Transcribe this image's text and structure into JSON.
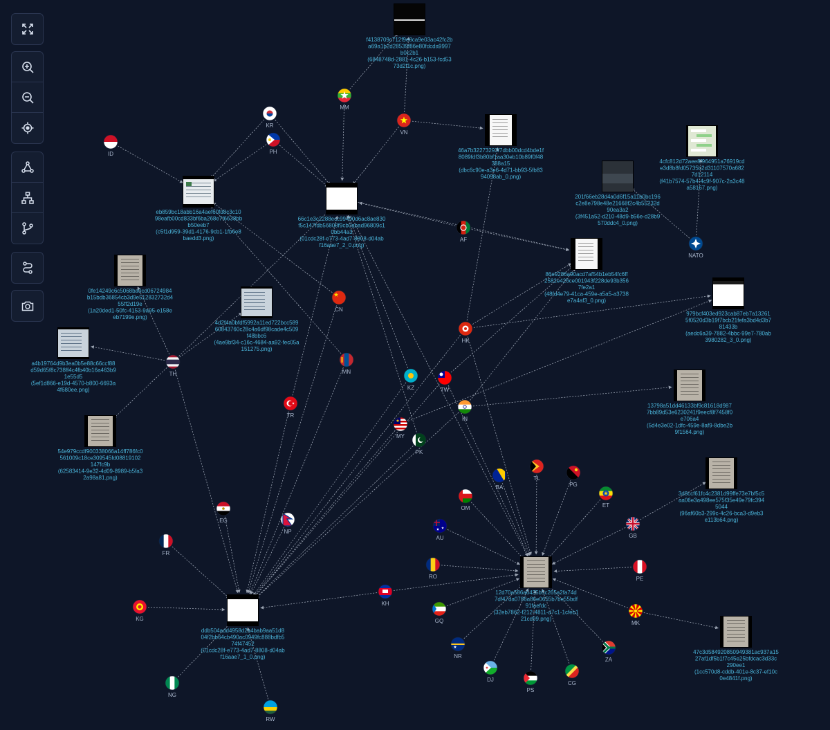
{
  "toolbar": {
    "groups": [
      {
        "items": [
          {
            "id": "fullscreen-icon"
          }
        ]
      },
      {
        "items": [
          {
            "id": "zoom-in-icon"
          },
          {
            "id": "zoom-out-icon"
          },
          {
            "id": "center-focus-icon"
          }
        ]
      },
      {
        "items": [
          {
            "id": "force-layout-icon"
          },
          {
            "id": "hierarchy-layout-icon"
          },
          {
            "id": "branch-layout-icon"
          }
        ]
      },
      {
        "items": [
          {
            "id": "path-icon"
          }
        ]
      },
      {
        "items": [
          {
            "id": "camera-icon"
          }
        ]
      }
    ]
  },
  "colors": {
    "background": "#0e1628",
    "edge": "#9aa3b2",
    "label": "#4ab3d8",
    "flag_label": "#a9b6cc"
  },
  "images": [
    {
      "id": "img1",
      "label": [
        "f4138709c712f9e8ca9e03ac42fc2b",
        "a69a1b2d28539f86e80fdcda9997",
        "b0c2b1",
        "(6848748d-2881-4c26-b153-fcd53",
        "73d2f1c.png)"
      ]
    },
    {
      "id": "img2",
      "label": [
        "46a7b32273293f7dbb00dcd4bde1f",
        "8089fdf3b80bf1aa30eb10b89f0f48",
        "388a15",
        "(dbc6c90e-a3e6-4d71-bb93-5fb83",
        "94098ab_0.png)"
      ]
    },
    {
      "id": "img3",
      "label": [
        "4cfc812d72aee8f964951a76919cd",
        "e3d8b8fd05735b2d31107570a682",
        "7d12114",
        "(f41b7574-57b4-4c9f-907c-2a3c48",
        "a58167.png)"
      ]
    },
    {
      "id": "img4",
      "label": [
        "201f66eb28d4a0d6f15a11b0bc196",
        "c2e8e798e48e21668f2c4b55232d",
        "90ea3a2",
        "(3f451a52-d210-48d9-b56e-d28b9",
        "570ddc4_0.png)"
      ]
    },
    {
      "id": "img5",
      "label": [
        "eb859bc18abb16a4aef60fd8c3c10",
        "98eafb00cd833bf6ba268e7f6638bb",
        "b50eeb7",
        "(c5f1d959-39d1-4176-9cb1-1fb6e8",
        "baedd3.png)"
      ]
    },
    {
      "id": "img6",
      "label": [
        "66c1e3c2288ecc99490d6ac8ae830",
        "f5c147fdb56808f9cb0abad96809c1",
        "0bb44a3",
        "(01cdc28f-e773-4ad7-8808-d04ab",
        "f16aae7_2_0.png)"
      ]
    },
    {
      "id": "img7",
      "label": [
        "86e9286a90acd7af54b1eb54fc6ff",
        "2582e426ce001943f228de93b356",
        "7fe2a1",
        "(48fd4e79-41ca-459e-a5a5-a3738",
        "e7a4af3_0.png)"
      ]
    },
    {
      "id": "img8",
      "label": [
        "979bcf403ed923cab87eb7a13261",
        "5f0520d3b19f7bcb21fefa3bd4d3b7",
        "81433b",
        "(aedc6a39-7882-4bbc-99e7-780ab",
        "3980282_3_0.png)"
      ]
    },
    {
      "id": "img9",
      "label": [
        "0fe14249c6c5068ba0cd06724984",
        "b15bdb36854cb3d9e512832732d4",
        "55ff2d19e",
        "(1a20ded1-50fc-4153-9a95-e158e",
        "eb7199e.png)"
      ]
    },
    {
      "id": "img10",
      "label": [
        "4d2f4a0bfdf5992a11ed722bcc589",
        "60843760c28c4a6df98cade4c509",
        "f48bbc6",
        "(4ae9bf34-c16c-4684-aa92-fec05a",
        "151275.png)"
      ]
    },
    {
      "id": "img11",
      "label": [
        "a4b19764d9b3ea0b5e88c66ccf88",
        "d59d65f8c738ff4c4fb40b16a463b9",
        "1e55d5",
        "(5ef1d866-e19d-4570-b800-6693a",
        "4f680ee.png)"
      ]
    },
    {
      "id": "img12",
      "label": [
        "13798a51dd46133bf9c81618d987",
        "7bb89d53e6230241f9eecf8f7458f0",
        "e706a4",
        "(5d4e3e02-1dfc-459e-8af9-8dbe2b",
        "9f1564.png)"
      ]
    },
    {
      "id": "img13",
      "label": [
        "54e979ccdf900338066a14ff786fc0",
        "561009c18ce309545fd08819102",
        "147fc9b",
        "(62583414-9e32-4d09-8989-b5fa3",
        "2a98a81.png)"
      ]
    },
    {
      "id": "img14",
      "label": [
        "3d8ccf61fc4c2381d99ffe73e7bf5c5",
        "aa06e3a498ee575f35e49e79fc394",
        "5044",
        "(96af60b3-299c-4c26-bca3-d9eb3",
        "e113b64.png)"
      ]
    },
    {
      "id": "img15",
      "label": [
        "12d70a586a6435b5c265a2fa74d",
        "7df47da0786a86e0655b7be55bdf",
        "91faefdc",
        "(32eb7862-f212-4811-a7c1-1cfeb1",
        "21cd99.png)"
      ]
    },
    {
      "id": "img16",
      "label": [
        "ddb504add4958d2a4bab9aa51d8",
        "04f2bb64cb490ac0949fc888bdfb5",
        "74f47452",
        "(01cdc28f-e773-4ad7-8808-d04ab",
        "f16aae7_1_0.png)"
      ]
    },
    {
      "id": "img17",
      "label": [
        "47c3d584920850949381ac937a15",
        "27af1df5b1f7c45e25bfdcac3d33c",
        "290ee1",
        "(1cc570d8-cddb-401e-8c37-ef10c",
        "0e4841f.png)"
      ]
    }
  ],
  "flags": [
    {
      "id": "MM",
      "label": "MM"
    },
    {
      "id": "VN",
      "label": "VN"
    },
    {
      "id": "KR",
      "label": "KR"
    },
    {
      "id": "PH",
      "label": "PH"
    },
    {
      "id": "ID",
      "label": "ID"
    },
    {
      "id": "AF",
      "label": "AF"
    },
    {
      "id": "NATO",
      "label": "NATO"
    },
    {
      "id": "CN",
      "label": "CN"
    },
    {
      "id": "HK",
      "label": "HK"
    },
    {
      "id": "TH",
      "label": "TH"
    },
    {
      "id": "MN",
      "label": "MN"
    },
    {
      "id": "KZ",
      "label": "KZ"
    },
    {
      "id": "TW",
      "label": "TW"
    },
    {
      "id": "TR",
      "label": "TR"
    },
    {
      "id": "IN",
      "label": "IN"
    },
    {
      "id": "MY",
      "label": "MY"
    },
    {
      "id": "PK",
      "label": "PK"
    },
    {
      "id": "TL",
      "label": "TL"
    },
    {
      "id": "PG",
      "label": "PG"
    },
    {
      "id": "BA",
      "label": "BA"
    },
    {
      "id": "OM",
      "label": "OM"
    },
    {
      "id": "ET",
      "label": "ET"
    },
    {
      "id": "EG",
      "label": "EG"
    },
    {
      "id": "NP",
      "label": "NP"
    },
    {
      "id": "AU",
      "label": "AU"
    },
    {
      "id": "GB",
      "label": "GB"
    },
    {
      "id": "FR",
      "label": "FR"
    },
    {
      "id": "RO",
      "label": "RO"
    },
    {
      "id": "PE",
      "label": "PE"
    },
    {
      "id": "KH",
      "label": "KH"
    },
    {
      "id": "KG",
      "label": "KG"
    },
    {
      "id": "GQ",
      "label": "GQ"
    },
    {
      "id": "MK",
      "label": "MK"
    },
    {
      "id": "NR",
      "label": "NR"
    },
    {
      "id": "ZA",
      "label": "ZA"
    },
    {
      "id": "DJ",
      "label": "DJ"
    },
    {
      "id": "CG",
      "label": "CG"
    },
    {
      "id": "PS",
      "label": "PS"
    },
    {
      "id": "NG",
      "label": "NG"
    },
    {
      "id": "RW",
      "label": "RW"
    }
  ],
  "edges": [
    [
      "MM",
      "img1"
    ],
    [
      "VN",
      "img1"
    ],
    [
      "VN",
      "img2"
    ],
    [
      "VN",
      "img6"
    ],
    [
      "MM",
      "img6"
    ],
    [
      "KR",
      "img6"
    ],
    [
      "KR",
      "img5"
    ],
    [
      "PH",
      "img5"
    ],
    [
      "PH",
      "img6"
    ],
    [
      "ID",
      "img5"
    ],
    [
      "AF",
      "img6"
    ],
    [
      "AF",
      "img7"
    ],
    [
      "NATO",
      "img3"
    ],
    [
      "NATO",
      "img4"
    ],
    [
      "CN",
      "img5"
    ],
    [
      "CN",
      "img16"
    ],
    [
      "HK",
      "img2"
    ],
    [
      "HK",
      "img7"
    ],
    [
      "HK",
      "img8"
    ],
    [
      "HK",
      "img15"
    ],
    [
      "HK",
      "img16"
    ],
    [
      "TH",
      "img9"
    ],
    [
      "TH",
      "img10"
    ],
    [
      "TH",
      "img11"
    ],
    [
      "TH",
      "img13"
    ],
    [
      "TH",
      "img16"
    ],
    [
      "TH",
      "img6"
    ],
    [
      "MN",
      "img5"
    ],
    [
      "MN",
      "img16"
    ],
    [
      "KZ",
      "img6"
    ],
    [
      "KZ",
      "img16"
    ],
    [
      "TW",
      "img7"
    ],
    [
      "TW",
      "img15"
    ],
    [
      "TW",
      "img16"
    ],
    [
      "TR",
      "img6"
    ],
    [
      "TR",
      "img16"
    ],
    [
      "IN",
      "img12"
    ],
    [
      "IN",
      "img7"
    ],
    [
      "IN",
      "img16"
    ],
    [
      "MY",
      "img8"
    ],
    [
      "MY",
      "img16"
    ],
    [
      "PK",
      "img6"
    ],
    [
      "PK",
      "img16"
    ],
    [
      "TL",
      "img15"
    ],
    [
      "PG",
      "img15"
    ],
    [
      "BA",
      "img15"
    ],
    [
      "OM",
      "img15"
    ],
    [
      "ET",
      "img15"
    ],
    [
      "EG",
      "img16"
    ],
    [
      "NP",
      "img16"
    ],
    [
      "AU",
      "img15"
    ],
    [
      "GB",
      "img15"
    ],
    [
      "GB",
      "img14"
    ],
    [
      "FR",
      "img16"
    ],
    [
      "RO",
      "img15"
    ],
    [
      "PE",
      "img15"
    ],
    [
      "KH",
      "img15"
    ],
    [
      "KH",
      "img16"
    ],
    [
      "KG",
      "img16"
    ],
    [
      "GQ",
      "img15"
    ],
    [
      "MK",
      "img15"
    ],
    [
      "MK",
      "img17"
    ],
    [
      "NR",
      "img15"
    ],
    [
      "ZA",
      "img15"
    ],
    [
      "DJ",
      "img15"
    ],
    [
      "CG",
      "img15"
    ],
    [
      "PS",
      "img15"
    ],
    [
      "NG",
      "img16"
    ],
    [
      "RW",
      "img16"
    ],
    [
      "img6",
      "img15"
    ],
    [
      "img6",
      "img7"
    ]
  ]
}
